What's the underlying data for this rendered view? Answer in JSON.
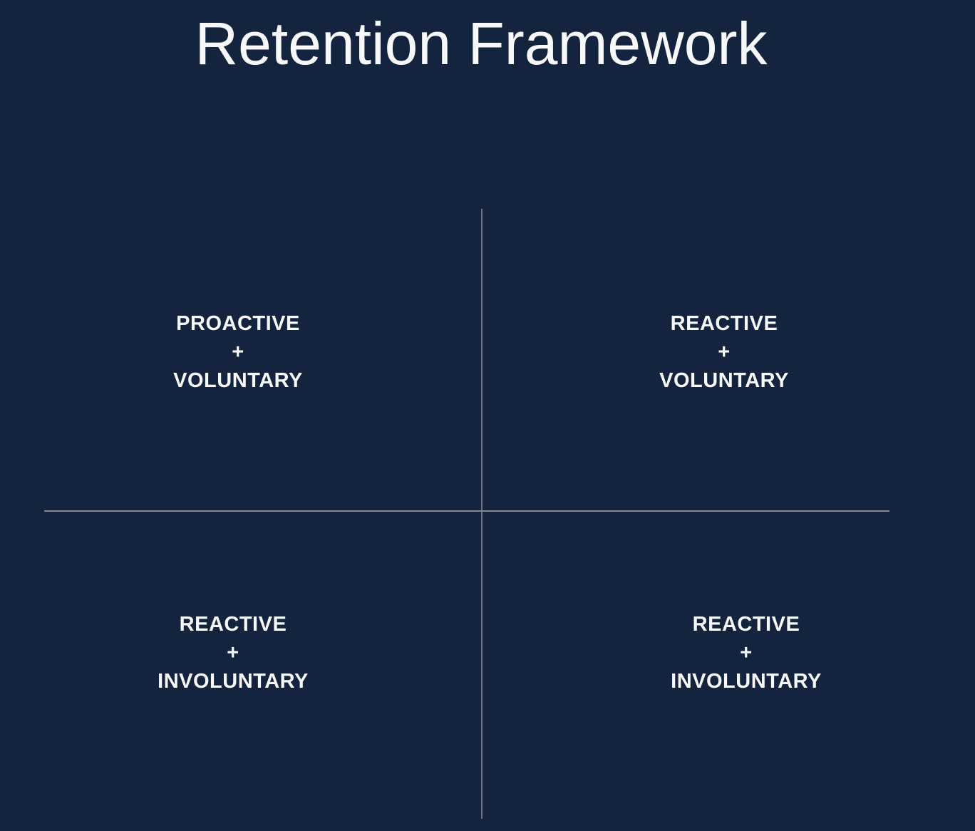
{
  "slide": {
    "title": "Retention Framework",
    "colors": {
      "background": "#14233e",
      "text": "#f7f8f9",
      "axis_vertical": "#6e7380",
      "axis_horizontal": "#85888e"
    }
  },
  "quadrants": [
    {
      "position": "top-left",
      "lines": [
        "PROACTIVE",
        "+",
        "VOLUNTARY"
      ]
    },
    {
      "position": "top-right",
      "lines": [
        "REACTIVE",
        "+",
        "VOLUNTARY"
      ]
    },
    {
      "position": "bottom-left",
      "lines": [
        "REACTIVE",
        "+",
        "INVOLUNTARY"
      ]
    },
    {
      "position": "bottom-right",
      "lines": [
        "REACTIVE",
        "+",
        "INVOLUNTARY"
      ]
    }
  ]
}
